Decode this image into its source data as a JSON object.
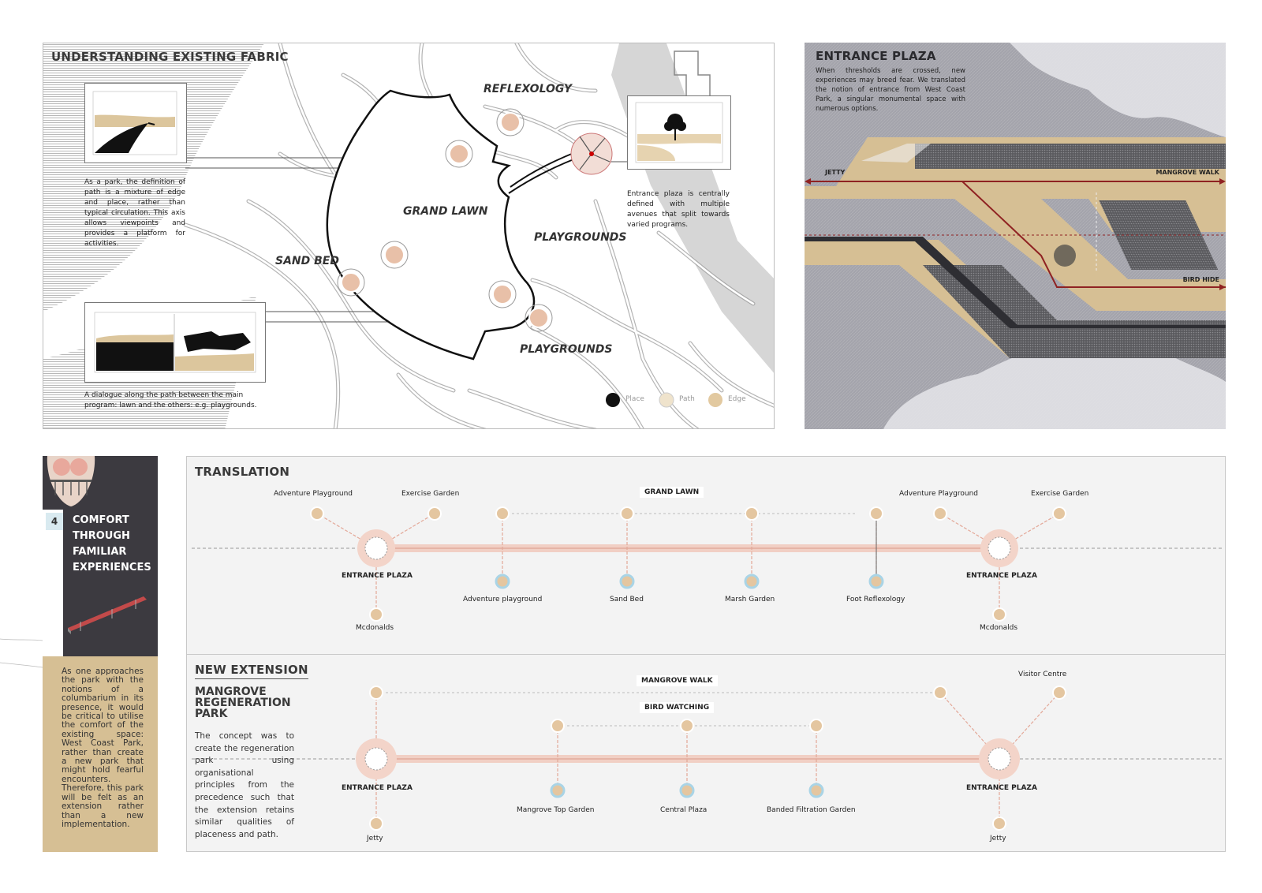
{
  "fabric": {
    "title": "UNDERSTANDING EXISTING FABRIC",
    "path_text": "As a park, the definition of path is a mixture of edge and place, rather than typical circulation. This axis allows viewpoints and provides a platform for activities.",
    "entrance_text": "Entrance plaza is centrally defined with multiple avenues that split towards varied programs.",
    "dialogue_text": "A dialogue along the path between the main program: lawn and the others: e.g. playgrounds.",
    "labels": {
      "reflexology": "REFLEXOLOGY",
      "grand_lawn": "GRAND LAWN",
      "playgrounds_1": "PLAYGROUNDS",
      "playgrounds_2": "PLAYGROUNDS",
      "sand_bed": "SAND BED"
    },
    "legend": [
      {
        "label": "Place",
        "color": "#111111"
      },
      {
        "label": "Path",
        "color": "#efe3cc"
      },
      {
        "label": "Edge",
        "color": "#e2c9a0"
      }
    ]
  },
  "plaza": {
    "title": "ENTRANCE PLAZA",
    "text": "When thresholds are crossed, new experiences may breed fear. We translated the notion of entrance from West Coast Park, a singular monumental space with numerous options.",
    "jetty": "JETTY",
    "mangrove_walk": "MANGROVE WALK",
    "bird_hide": "BIRD HIDE"
  },
  "sidebar": {
    "number": "4",
    "title_lines": [
      "COMFORT",
      "THROUGH",
      "FAMILIAR",
      "EXPERIENCES"
    ],
    "text": "As one approaches the park with the notions of a columbarium in its presence, it would be critical to utilise the comfort of the existing space: West Coast Park, rather than create a new park that might hold fearful encounters. Therefore, this park will be felt as an extension rather than a new implementation."
  },
  "translation": {
    "title": "TRANSLATION",
    "center_label": "GRAND LAWN",
    "left_top": [
      "Adventure Playground",
      "Exercise Garden"
    ],
    "right_top": [
      "Adventure Playground",
      "Exercise Garden"
    ],
    "left_plaza": "ENTRANCE PLAZA",
    "right_plaza": "ENTRANCE PLAZA",
    "left_bottom": "Mcdonalds",
    "right_bottom": "Mcdonalds",
    "programs": [
      "Adventure playground",
      "Sand Bed",
      "Marsh Garden",
      "Foot Reflexology"
    ]
  },
  "extension": {
    "title": "NEW EXTENSION",
    "subtitle_lines": [
      "MANGROVE",
      "REGENERATION",
      "PARK"
    ],
    "text": "The concept was to create the regeneration park using organisational principles from the precedence such that the extension retains similar qualities of placeness and path.",
    "mangrove_walk": "MANGROVE WALK",
    "bird_watching": "BIRD WATCHING",
    "visitor_centre": "Visitor Centre",
    "left_plaza": "ENTRANCE PLAZA",
    "right_plaza": "ENTRANCE PLAZA",
    "left_bottom": "Jetty",
    "right_bottom": "Jetty",
    "programs": [
      "Mangrove Top Garden",
      "Central Plaza",
      "Banded Filtration Garden"
    ]
  },
  "colors": {
    "dark": "#3c3a40",
    "sand": "#d6bf94",
    "salmon": "#e8b4a4",
    "node": "#e0c39a",
    "blue": "#a9d4e6"
  }
}
